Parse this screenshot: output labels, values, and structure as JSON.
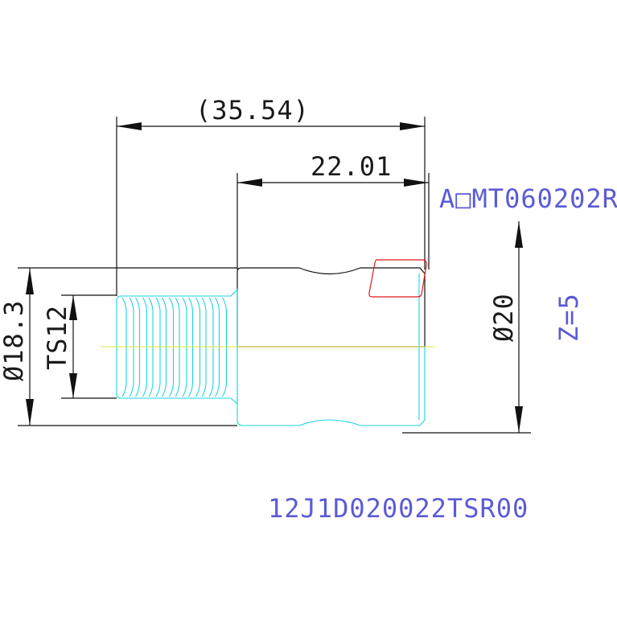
{
  "dimensions": {
    "overall_length": "(35.54)",
    "body_length": "22.01",
    "thread_diameter": "Ø18.3",
    "thread_spec": "TS12",
    "body_diameter": "Ø20"
  },
  "annotations": {
    "insert_code": "A□MT060202R",
    "flute_count": "Z=5",
    "part_number": "12J1D020022TSR00"
  },
  "colors": {
    "dimension": "#111111",
    "thread_outline": "#19d4e6",
    "insert": "#e01818",
    "centerline": "#e6e640",
    "annotation_text": "#5b5bd6"
  }
}
